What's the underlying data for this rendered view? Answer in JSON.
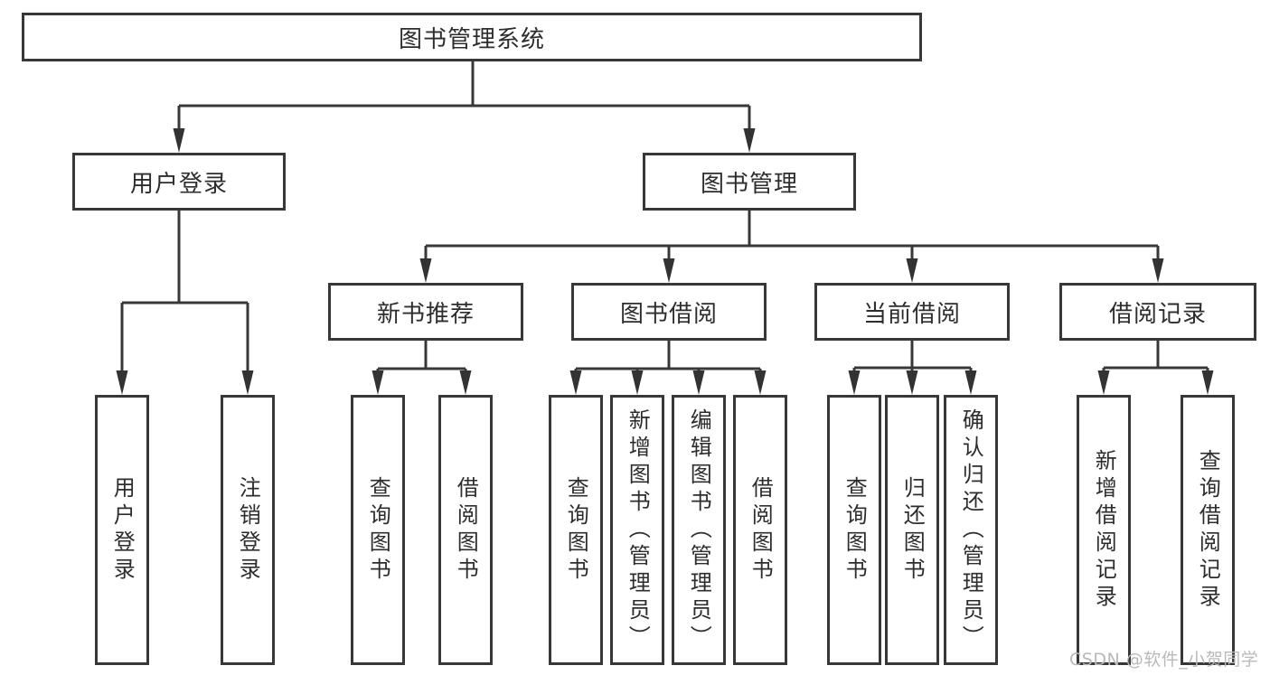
{
  "colors": {
    "line": "#383838",
    "box_border": "#383838",
    "box_background": "#ffffff",
    "text": "#2d2d2d",
    "watermark": "#b9b9b9"
  },
  "tree": {
    "root": "图书管理系统",
    "branches": [
      {
        "label": "用户登录",
        "leaves": [
          "用户登录",
          "注销登录"
        ]
      },
      {
        "label": "图书管理",
        "groups": [
          {
            "label": "新书推荐",
            "leaves": [
              "查询图书",
              "借阅图书"
            ]
          },
          {
            "label": "图书借阅",
            "leaves": [
              "查询图书",
              "新增图书（管理员）",
              "编辑图书（管理员）",
              "借阅图书"
            ]
          },
          {
            "label": "当前借阅",
            "leaves": [
              "查询图书",
              "归还图书",
              "确认归还（管理员）"
            ]
          },
          {
            "label": "借阅记录",
            "leaves": [
              "新增借阅记录",
              "查询借阅记录"
            ]
          }
        ]
      }
    ]
  },
  "watermark": {
    "text": "CSDN @软件_小贺同学"
  }
}
